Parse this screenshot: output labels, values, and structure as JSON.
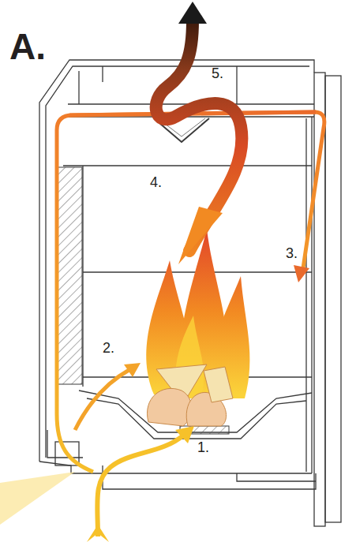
{
  "diagram": {
    "title": "A.",
    "labels": [
      "5.",
      "4.",
      "3.",
      "2.",
      "1."
    ]
  }
}
